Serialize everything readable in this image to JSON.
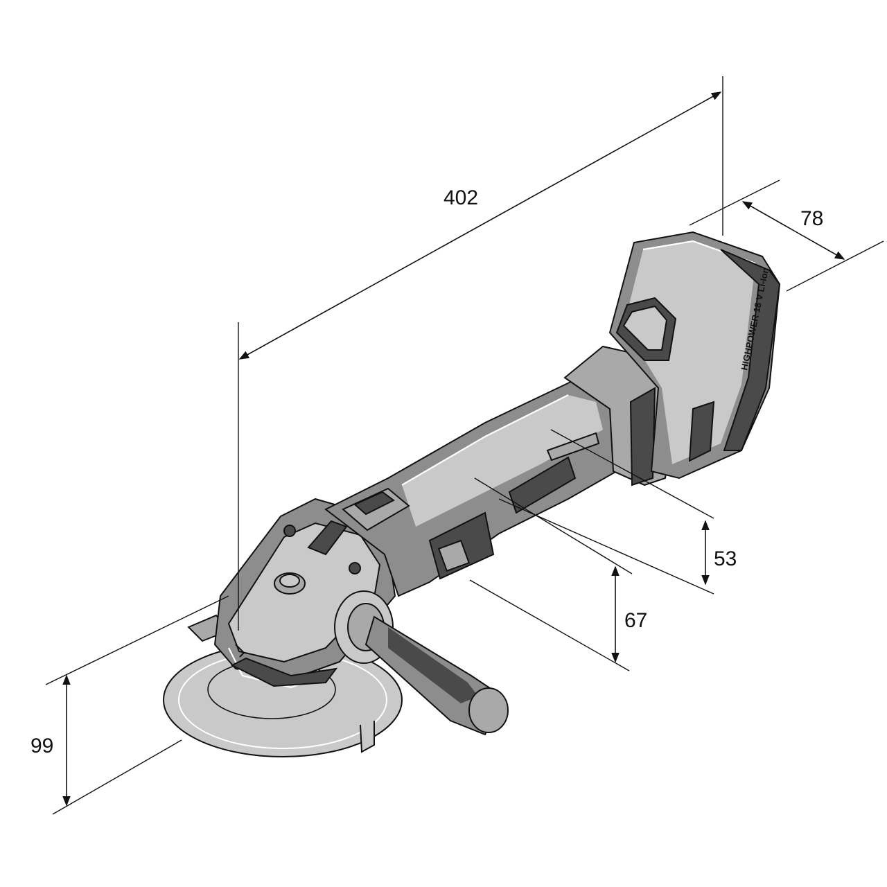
{
  "drawing": {
    "subject": "",
    "colors": {
      "line": "#111111",
      "tool_body": "#8d8d8d",
      "tool_light": "#c9c9c9",
      "tool_dark": "#4a4a4a",
      "background": "#ffffff"
    }
  },
  "dimensions": {
    "length": "402",
    "width": "78",
    "height_grip": "53",
    "height_gear": "67",
    "height_total": "99"
  },
  "battery_label": "HIGHPOWER 18 V Li-Ion"
}
